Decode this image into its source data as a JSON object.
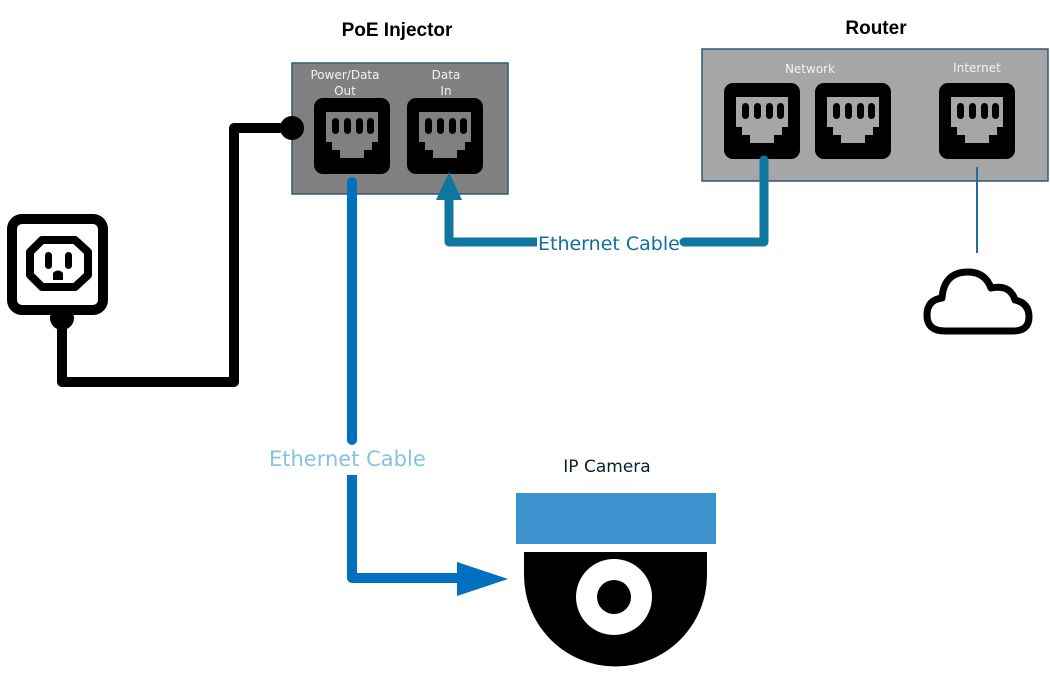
{
  "diagram": {
    "poe_injector": {
      "title": "PoE Injector",
      "ports": [
        {
          "label_line1": "Power/Data",
          "label_line2": "Out"
        },
        {
          "label_line1": "Data",
          "label_line2": "In"
        }
      ]
    },
    "router": {
      "title": "Router",
      "network_label": "Network",
      "internet_label": "Internet",
      "network_port_count": 2,
      "internet_port_count": 1
    },
    "camera": {
      "title": "IP Camera"
    },
    "cables": {
      "router_to_injector_label": "Ethernet Cable",
      "injector_to_camera_label": "Ethernet Cable"
    },
    "icons": {
      "power_outlet": "power-outlet-icon",
      "cloud": "cloud-icon",
      "ethernet_port": "ethernet-port-icon",
      "dome_camera": "dome-camera-icon"
    },
    "colors": {
      "injector_body": "#808080",
      "router_body": "#a6a6a6",
      "body_border": "#2f5a74",
      "cable_router_injector": "#0f76a0",
      "cable_injector_camera": "#0070c0",
      "camera_top": "#3b92cc",
      "power_cable": "#000000"
    }
  }
}
